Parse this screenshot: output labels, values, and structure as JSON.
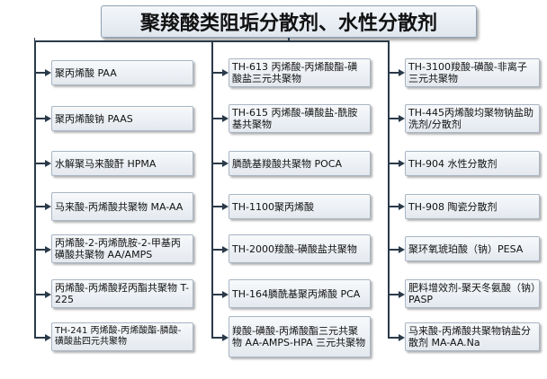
{
  "title": "聚羧酸类阻垢分散剂、水性分散剂",
  "columns": [
    {
      "items": [
        "聚丙烯酸 PAA",
        "聚丙烯酸钠 PAAS",
        "水解聚马来酸酐 HPMA",
        "马来酸-丙烯酸共聚物 MA-AA",
        "丙烯酸-2-丙烯酰胺-2-甲基丙磺酸共聚物 AA/AMPS",
        "丙烯酸-丙烯酸羟丙酯共聚物 T-225",
        "TH-241 丙烯酸-丙烯酸酯-膦酸-磺酸盐四元共聚物"
      ]
    },
    {
      "items": [
        "TH-613 丙烯酸-丙烯酸酯-磺酸盐三元共聚物",
        "TH-615 丙烯酸-磺酸盐-酰胺基共聚物",
        "膦酰基羧酸共聚物 POCA",
        "TH-1100聚丙烯酸",
        "TH-2000羧酸-磺酸盐共聚物",
        "TH-164膦酰基聚丙烯酸 PCA",
        "羧酸-磺酸-丙烯酸酯三元共聚物 AA-AMPS-HPA 三元共聚物"
      ]
    },
    {
      "items": [
        "TH-3100羧酸-磺酸-非离子三元共聚物",
        "TH-445丙烯酸均聚物钠盐助洗剂/分散剂",
        "TH-904 水性分散剂",
        "TH-908 陶瓷分散剂",
        "聚环氧琥珀酸（钠）PESA",
        "肥料增效剂-聚天冬氨酸（钠）PASP",
        "马来酸-丙烯酸共聚物钠盐分散剂 MA-AA.Na"
      ]
    }
  ],
  "colors": {
    "connector": "#2a3a4a",
    "node_border": "#a9b6c4",
    "title_border": "#8fa2b6"
  }
}
